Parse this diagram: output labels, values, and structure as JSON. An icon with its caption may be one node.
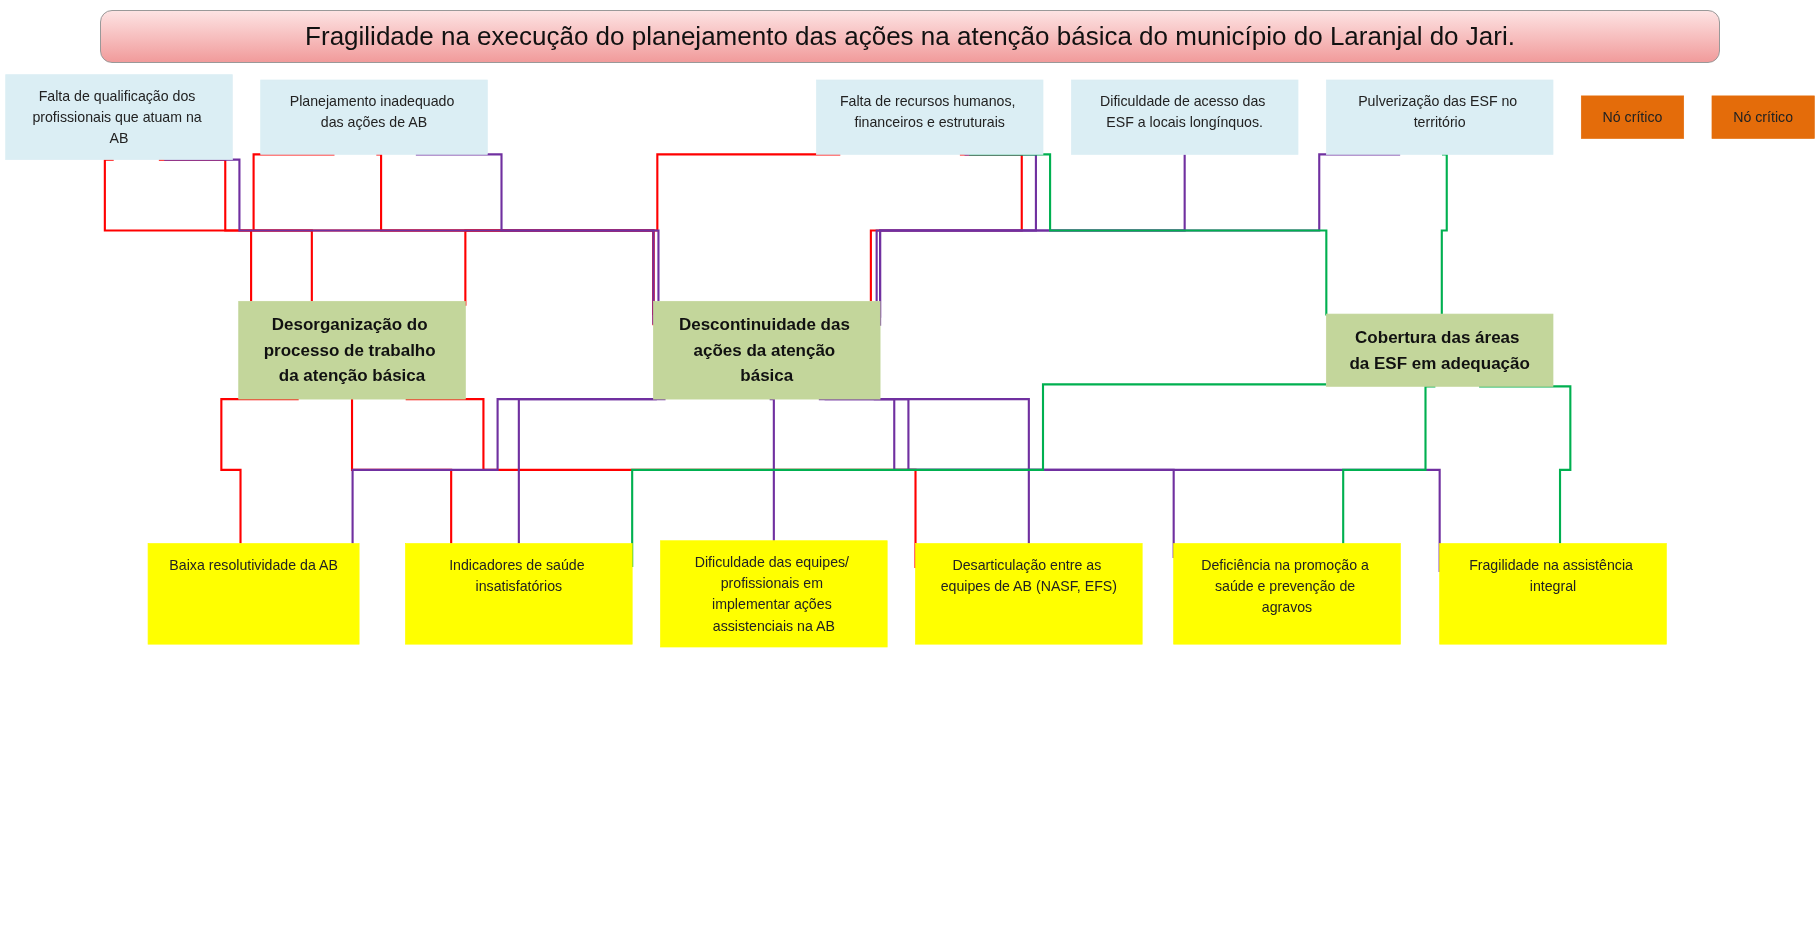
{
  "diagram": {
    "title": "Fragilidade na execução do planejamento das ações na atenção básica do município do Laranjal do Jari.",
    "nodes": [
      {
        "text": [
          "Falta de qualificação dos profissionais que atuam na AB"
        ]
      },
      {
        "text": [
          "Dificuldade de acesso das ESF a locais longínquos."
        ]
      },
      {
        "text": [
          "Planejamento inadequado das ações de AB"
        ]
      },
      {
        "text": [
          "Falta de recursos humanos, financeiros e estruturais"
        ]
      },
      {
        "text": [
          "Pulverização das ESF no território"
        ]
      },
      {
        "text": [
          "Nó crítico"
        ]
      },
      {
        "text": [
          "Nó crítico"
        ]
      },
      {
        "text": [
          "Desorganização do processo de trabalho da atenção básica"
        ]
      },
      {
        "text": [
          "Descontinuidade das ações da atenção básica"
        ]
      },
      {
        "text": [
          "Cobertura das áreas da ESF em adequação"
        ]
      },
      {
        "text": [
          "Baixa resolutividade da AB"
        ]
      },
      {
        "text": [
          "Indicadores de saúde insatisfatórios"
        ]
      },
      {
        "text": [
          "Dificuldade das equipes/ profissionais em implementar ações assistenciais na AB"
        ]
      },
      {
        "text": [
          "Deficiência na promoção a saúde e prevenção de agravos"
        ]
      },
      {
        "text": [
          "Fragilidade na assistência integral"
        ]
      },
      {
        "text": [
          "Desarticulação entre as equipes de AB (NASF, EFS)"
        ]
      }
    ],
    "edges": [
      {
        "from": 0,
        "to": 7,
        "arrow": "none",
        "color": "#ff0000"
      },
      {
        "from": 2,
        "to": 7,
        "arrow": "none",
        "color": "#ff0000"
      },
      {
        "from": 3,
        "to": 7,
        "arrow": "none",
        "color": "#ff0000"
      },
      {
        "from": 0,
        "to": 8,
        "arrow": "none",
        "color": "#ff0000"
      },
      {
        "from": 2,
        "to": 8,
        "arrow": "none",
        "color": "#ff0000"
      },
      {
        "from": 3,
        "to": 8,
        "arrow": "none",
        "color": "#ff0000"
      },
      {
        "from": 0,
        "to": 8,
        "arrow": "none"
      },
      {
        "from": 1,
        "to": 8,
        "arrow": "none"
      },
      {
        "from": 2,
        "to": 8,
        "arrow": "none"
      },
      {
        "from": 3,
        "to": 8,
        "arrow": "none"
      },
      {
        "from": 4,
        "to": 8,
        "arrow": "none"
      },
      {
        "from": 3,
        "to": 9,
        "arrow": "none",
        "color": "#00b050"
      },
      {
        "from": 4,
        "to": 9,
        "arrow": "none",
        "color": "#00b050"
      },
      {
        "from": 7,
        "to": 10,
        "arrow": "none",
        "color": "#ff0000"
      },
      {
        "from": 7,
        "to": 11,
        "arrow": "none",
        "color": "#ff0000"
      },
      {
        "from": 7,
        "to": 15,
        "arrow": "none",
        "color": "#ff0000"
      },
      {
        "from": 8,
        "to": 10,
        "arrow": "none"
      },
      {
        "from": 8,
        "to": 11,
        "arrow": "none"
      },
      {
        "from": 8,
        "to": 12,
        "arrow": "none"
      },
      {
        "from": 8,
        "to": 13,
        "arrow": "none"
      },
      {
        "from": 8,
        "to": 14,
        "arrow": "none"
      },
      {
        "from": 8,
        "to": 15,
        "arrow": "none"
      },
      {
        "from": 9,
        "to": 11,
        "arrow": "none",
        "color": "#00b050"
      },
      {
        "from": 9,
        "to": 13,
        "arrow": "none",
        "color": "#00b050"
      },
      {
        "from": 9,
        "to": 14,
        "arrow": "none",
        "color": "#00b050"
      }
    ]
  }
}
